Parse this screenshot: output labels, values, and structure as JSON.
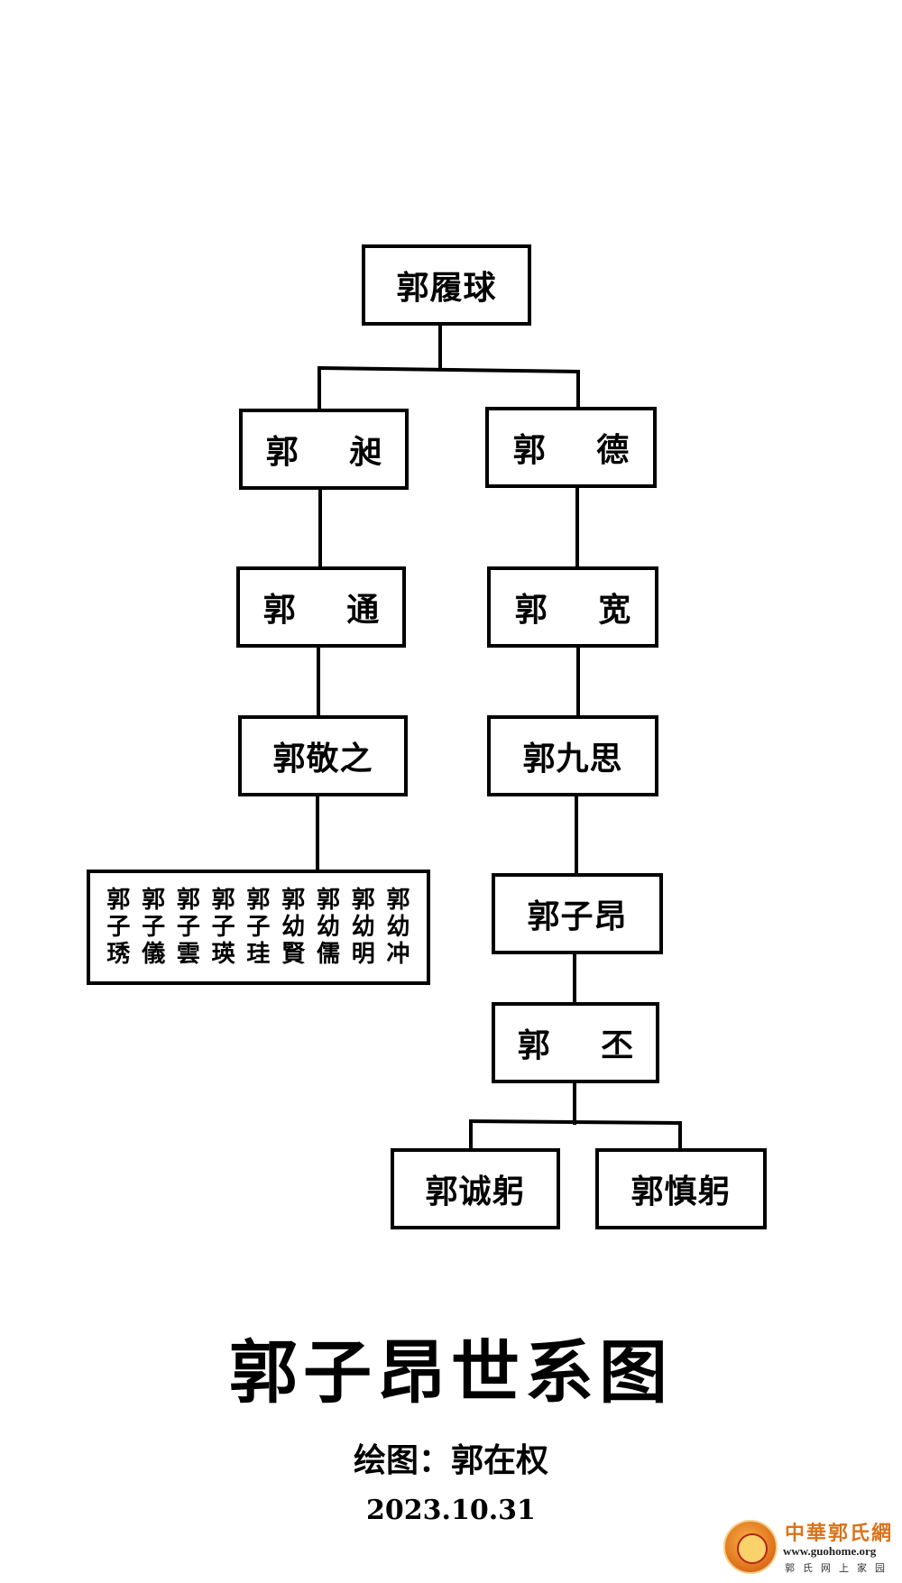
{
  "tree": {
    "root": "郭履球",
    "left_branch": [
      "郭 昶",
      "郭 通",
      "郭敬之"
    ],
    "right_branch": [
      "郭 德",
      "郭 宽",
      "郭九思",
      "郭子昂",
      "郭 丕"
    ],
    "sons_of_jingzhi": [
      "郭子琇",
      "郭子儀",
      "郭子雲",
      "郭子瑛",
      "郭子珪",
      "郭幼賢",
      "郭幼儒",
      "郭幼明",
      "郭幼冲"
    ],
    "sons_of_pi": [
      "郭诚躬",
      "郭慎躬"
    ]
  },
  "footer": {
    "title": "郭子昂世系图",
    "author": "绘图：郭在权",
    "date": "2023.10.31"
  },
  "watermark": {
    "name": "中華郭氏網",
    "url": "www.guohome.org",
    "subtitle": "郭氏网上家园",
    "colors": {
      "seal": "#e2781e",
      "name": "#d9731c"
    }
  }
}
